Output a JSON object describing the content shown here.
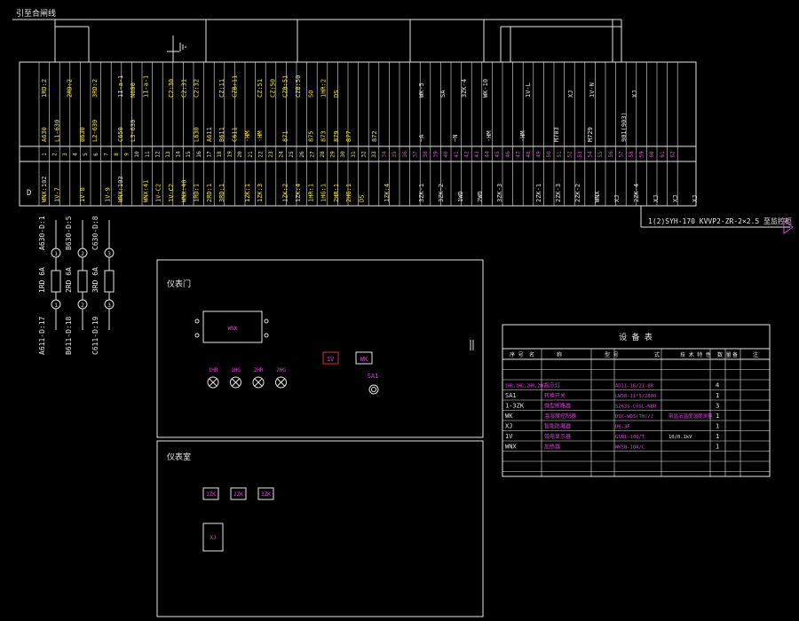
{
  "title": "引至合闸线",
  "colors": {
    "bg": "#000000",
    "line": "#e6e6e6",
    "yellow": "#f2e64a",
    "magenta": "#e040e0",
    "red": "#e03030",
    "white": "#ffffff"
  },
  "terminal": {
    "left_label": "D",
    "upper_yellow": [
      "1RD:2",
      "",
      "2RD:2",
      "",
      "3RD:2",
      "",
      "1I-a-1",
      "N600",
      "1I-a-1",
      "",
      "C2:30",
      "C2:31",
      "C2:32",
      "",
      "CZ:11",
      "CZB:11",
      "",
      "CZ:51",
      "CZ:50",
      "CZB:51",
      "CZB:50",
      "SO",
      "1HR:2",
      "DS"
    ],
    "mid_yellow": [
      "A630",
      "L1-630",
      "",
      "B630",
      "L2-630",
      "",
      "C650",
      "L3-630",
      "",
      "",
      "",
      "",
      "L630",
      "A611",
      "B611",
      "C611",
      "-HM",
      "-HM",
      "",
      "871",
      "",
      "875",
      "873",
      "879",
      "877",
      "",
      "872"
    ],
    "upper_white": [
      "WK-5",
      "SA",
      "3ZK-4",
      "WK-10",
      "",
      "1V-L",
      "",
      "XJ",
      "1V-N",
      "",
      "XJ"
    ],
    "mid_white": [
      "~A",
      "~N",
      "-HM",
      "-HM",
      "M703",
      "M729",
      "901(903)"
    ],
    "terminal_numbers": [
      "1",
      "2",
      "3",
      "4",
      "5",
      "6",
      "7",
      "8",
      "9",
      "10",
      "11",
      "12",
      "13",
      "14",
      "15",
      "16",
      "17",
      "18",
      "19",
      "20",
      "21",
      "22",
      "23",
      "24",
      "25",
      "26",
      "27",
      "28",
      "29",
      "30",
      "31",
      "32",
      "33",
      "34",
      "35",
      "36",
      "37",
      "38",
      "39",
      "40",
      "41",
      "42",
      "43",
      "44",
      "45",
      "46",
      "47",
      "48",
      "49",
      "50",
      "51",
      "52",
      "53",
      "54",
      "55",
      "56",
      "57",
      "58",
      "59",
      "60",
      "61",
      "62"
    ],
    "lower_yellow": [
      "WNX:102",
      "1V-7",
      "",
      "1V-8",
      "",
      "1V-9",
      "WNX:103",
      "",
      "WNX:41",
      "1V-C2",
      "1V-C2",
      "WNX:40",
      "1RD:1",
      "2RD:1",
      "3RD:1",
      "",
      "1ZK:1",
      "1ZK:3",
      "",
      "1ZK:2",
      "1ZK:4",
      "1HR:1",
      "1HG:1",
      "2HR:1",
      "2HG:1",
      "DS",
      "",
      "1ZK:4"
    ],
    "lower_white": [
      "3ZK-1",
      "3ZK-2",
      "1WD",
      "2WD",
      "3ZK-3",
      "",
      "2ZK-1",
      "2ZK-3",
      "2ZK-2",
      "WNX",
      "XJ",
      "2ZK-4",
      "XJ",
      "XJ",
      "XJ"
    ],
    "cable_label": "1(2)SYH-170  KVVP2-ZR-2×2.5 至监控柜"
  },
  "fuses": [
    {
      "top": "1RD 6A",
      "left": "A611-D:17",
      "right": "A630-D:1",
      "num": "1"
    },
    {
      "top": "2RD 6A",
      "left": "B611-D:18",
      "right": "B630-D:5",
      "num": "2"
    },
    {
      "top": "3RD 6A",
      "left": "C611-D:19",
      "right": "C630-D:8",
      "num": "3"
    }
  ],
  "door_panel": {
    "title": "仪表门",
    "meter_label": "WNX",
    "lamps": [
      "1HR",
      "1HG",
      "2HR",
      "2HG"
    ],
    "btn_1v": "1V",
    "btn_wk": "WK",
    "switch_label": "SA1"
  },
  "inner_panel": {
    "title": "仪表室",
    "breakers": [
      "1ZK",
      "2ZK",
      "3ZK"
    ],
    "relay": "XJ"
  },
  "equipment_table": {
    "title": "设   备   表",
    "headers": [
      "序  号",
      "名",
      "称",
      "型   号",
      "式",
      "技 术 特 性",
      "数 量",
      "备",
      "注"
    ],
    "rows": [
      {
        "code": "1HR,1HG,2HR,2HG",
        "name": "指示灯",
        "model": "AD11-16/21-8R",
        "spec": "",
        "qty": "4"
      },
      {
        "code": "SA1",
        "name": "转换开关",
        "model": "LW38-11*5/2800",
        "spec": "",
        "qty": "1"
      },
      {
        "code": "1-3ZK",
        "name": "微型断路器",
        "model": "S263S-C6SL-NBB",
        "spec": "",
        "qty": "3"
      },
      {
        "code": "WK",
        "name": "温湿度控制器",
        "model": "DSC-WDS(TH)/J",
        "spec": "带显示温度湿度测量",
        "qty": "1"
      },
      {
        "code": "XJ",
        "name": "智能防凝器",
        "model": "DB-3F",
        "spec": "",
        "qty": "1"
      },
      {
        "code": "1V",
        "name": "带电显示器",
        "model": "GSN1-10Q/T",
        "spec": "10/0.1kV",
        "qty": "1"
      },
      {
        "code": "WNX",
        "name": "加热器",
        "model": "WKSB-10A/C",
        "spec": "",
        "qty": "1"
      }
    ]
  }
}
